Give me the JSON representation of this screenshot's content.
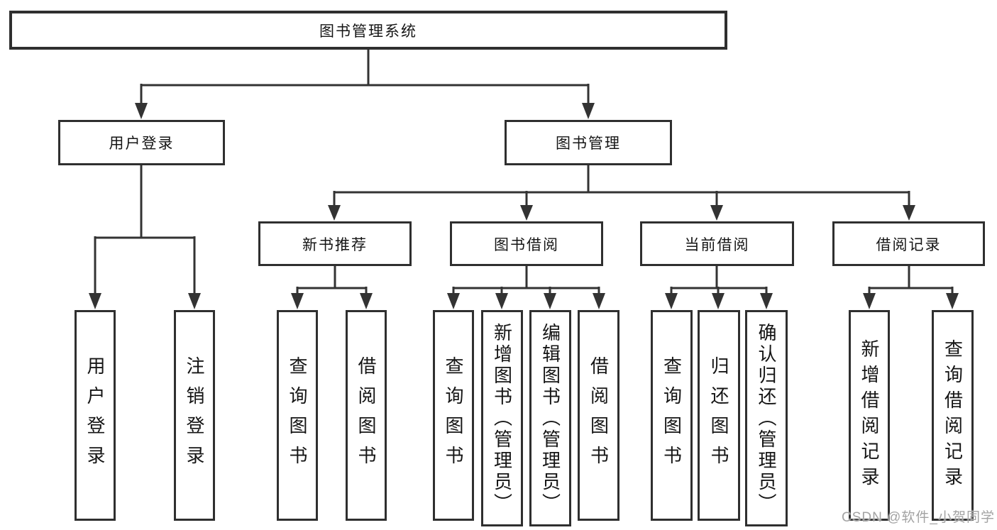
{
  "tree": {
    "root": {
      "label": "图书管理系统"
    },
    "branches": [
      {
        "label": "用户登录",
        "children": [
          {
            "label": "用户登录"
          },
          {
            "label": "注销登录"
          }
        ]
      },
      {
        "label": "图书管理",
        "children": [
          {
            "label": "新书推荐",
            "children": [
              {
                "label": "查询图书"
              },
              {
                "label": "借阅图书"
              }
            ]
          },
          {
            "label": "图书借阅",
            "children": [
              {
                "label": "查询图书"
              },
              {
                "label": "新增图书（管理员）"
              },
              {
                "label": "编辑图书（管理员）"
              },
              {
                "label": "借阅图书"
              }
            ]
          },
          {
            "label": "当前借阅",
            "children": [
              {
                "label": "查询图书"
              },
              {
                "label": "归还图书"
              },
              {
                "label": "确认归还（管理员）"
              }
            ]
          },
          {
            "label": "借阅记录",
            "children": [
              {
                "label": "新增借阅记录"
              },
              {
                "label": "查询借阅记录"
              }
            ]
          }
        ]
      }
    ]
  },
  "watermark": {
    "text": "CSDN @软件_小贺同学"
  },
  "colors": {
    "line": "#333333",
    "background": "#ffffff",
    "watermark": "#a3a3a3"
  }
}
